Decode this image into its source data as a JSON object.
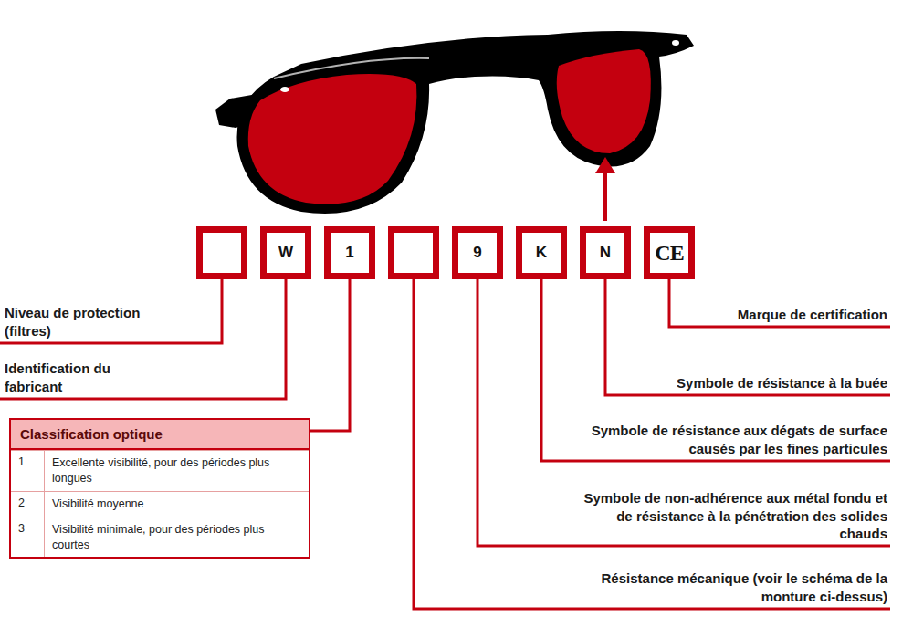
{
  "diagram": {
    "nodes": [
      {
        "text": [
          "W"
        ]
      },
      {
        "text": [
          "1"
        ]
      },
      {
        "text": [
          "9"
        ]
      },
      {
        "text": [
          "K"
        ]
      },
      {
        "text": [
          "N"
        ]
      },
      {
        "text": [
          "CE"
        ]
      },
      {
        "text": [
          "Classification optique",
          "1",
          "Excellente visibilité, pour des périodes plus longues",
          "2",
          "Visibilité moyenne",
          "3",
          "Visibilité minimale, pour des périodes plus courtes"
        ]
      }
    ],
    "edges": [
      {
        "from": 1,
        "to": 6,
        "arrow": "none"
      }
    ],
    "labels": [
      "Niveau de protection (filtres)",
      "Identification du fabricant",
      "Marque de certification",
      "Symbole de résistance à la buée",
      "Symbole de résistance aux dégats de surface causés par les fines particules",
      "Symbole de non-adhérence aux métal fondu et de résistance à la pénétration des solides chauds",
      "Résistance mécanique (voir le schéma de la monture ci-dessus)"
    ]
  }
}
